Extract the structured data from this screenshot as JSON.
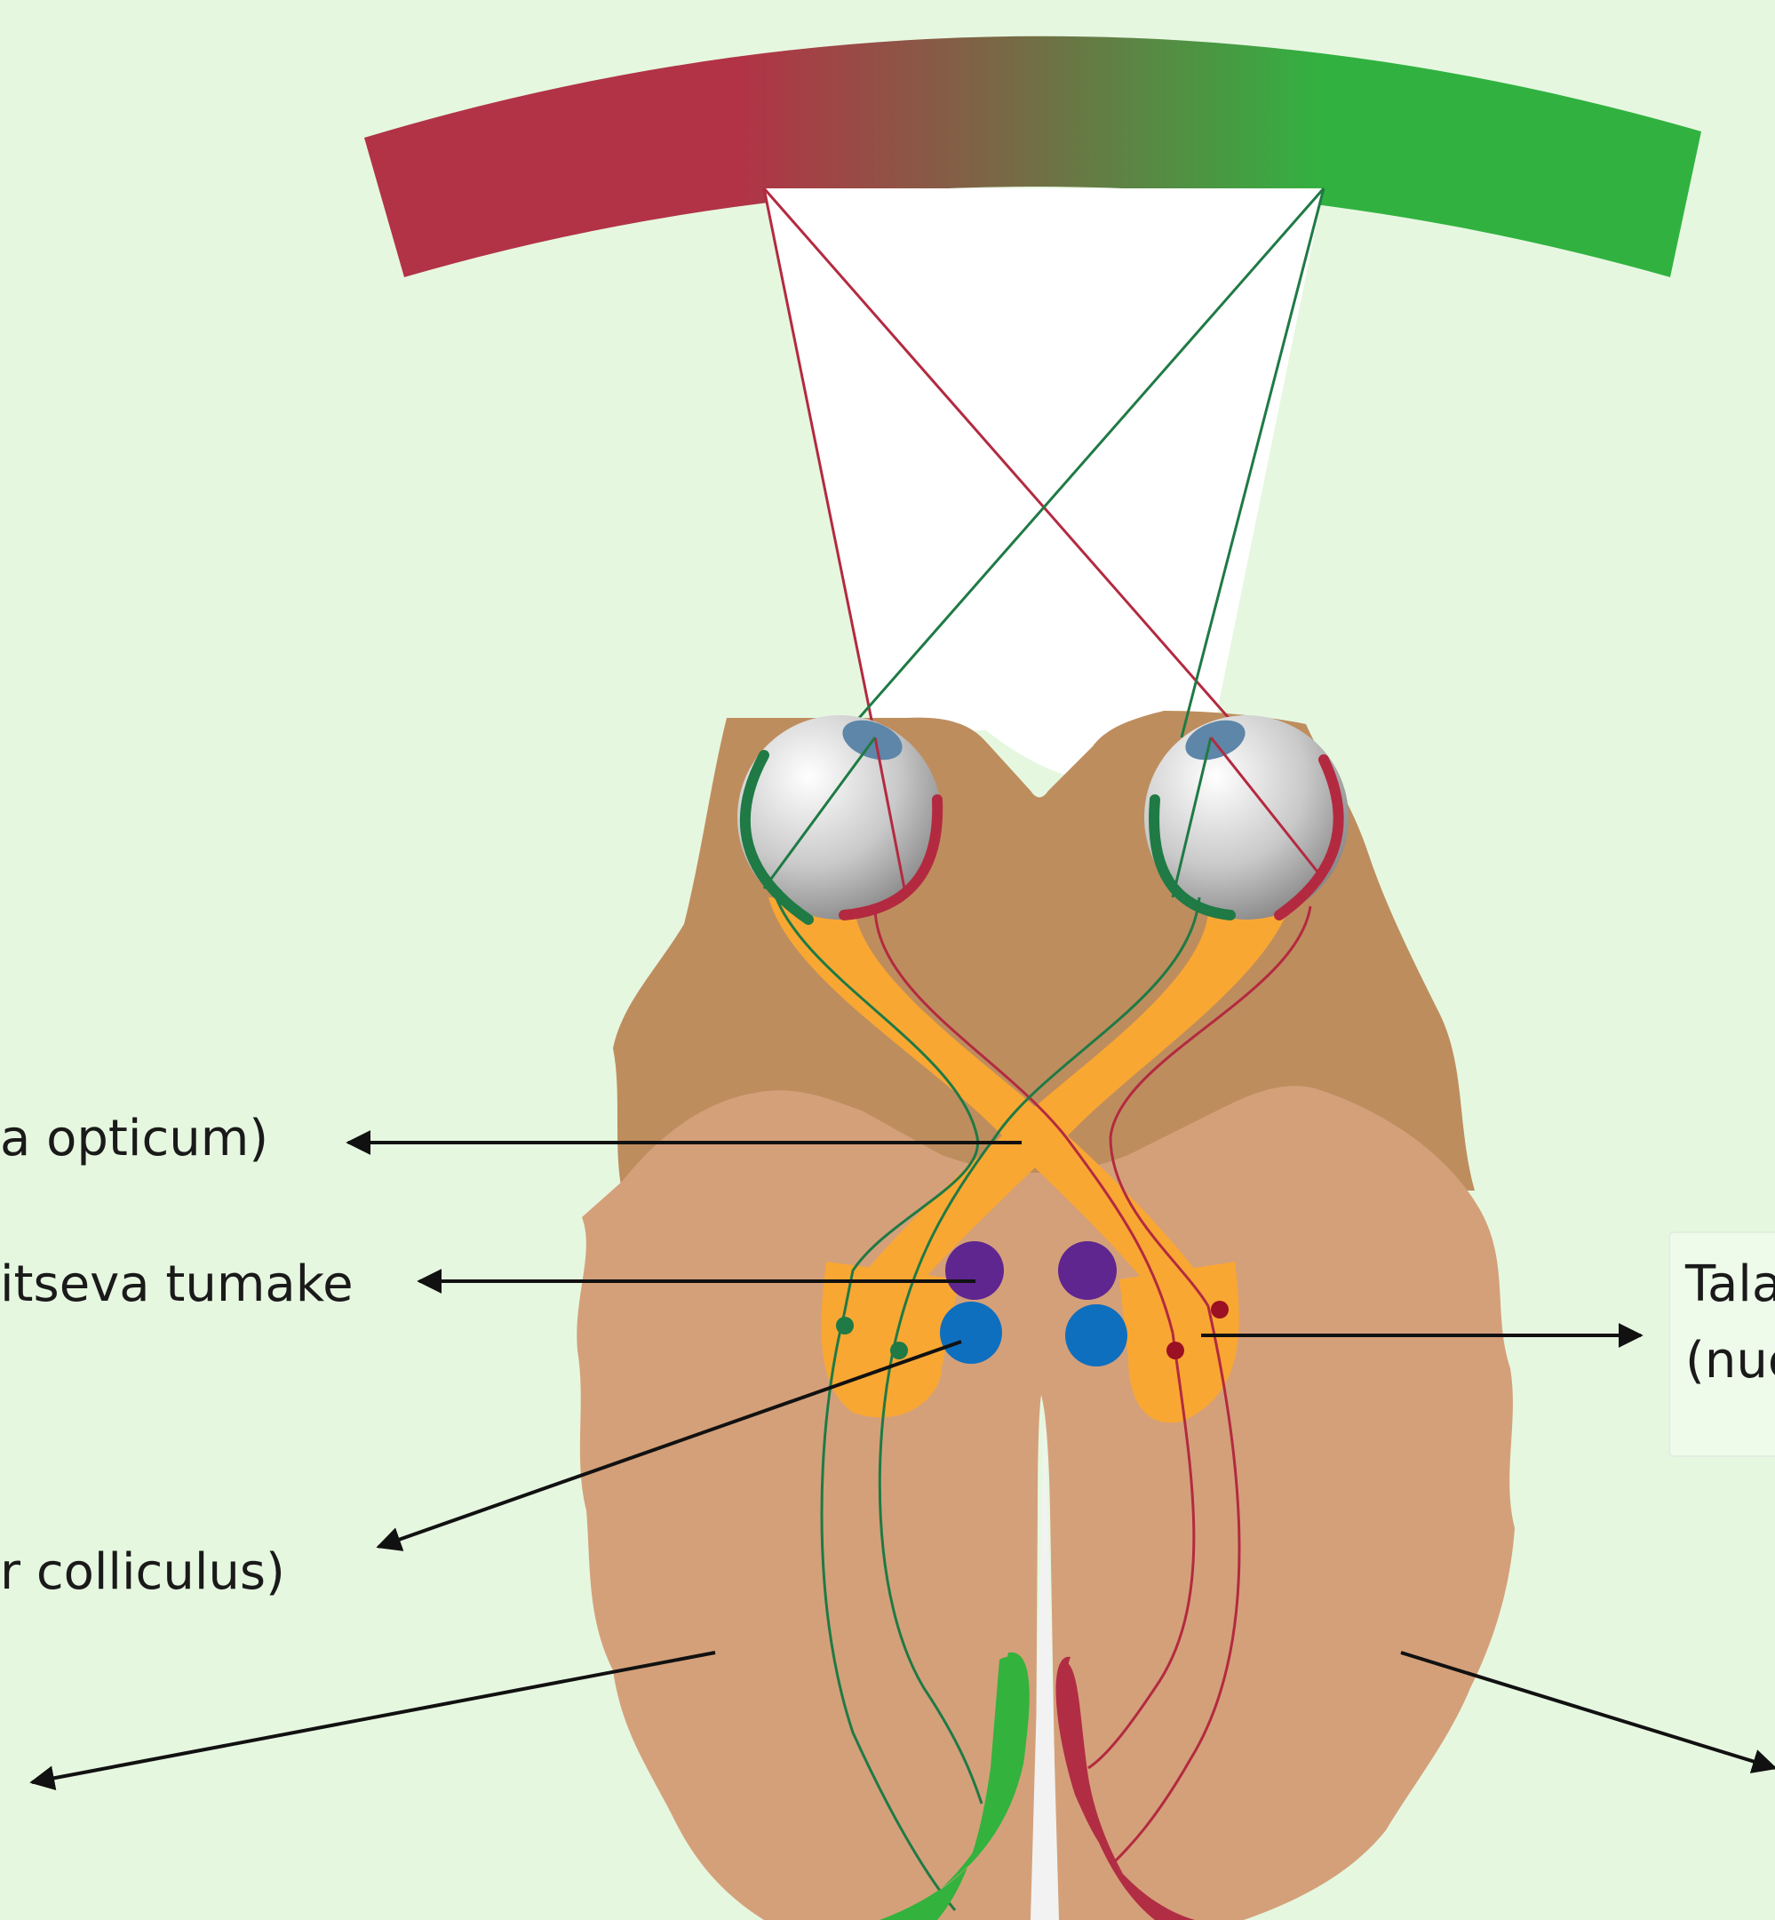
{
  "labels": {
    "optic_chiasm": "a opticum)",
    "nucleus_left": "itseva tumake",
    "colliculus": "r colliculus)",
    "thalamus_line1": "Tala",
    "thalamus_line2": "(nuc"
  },
  "colors": {
    "background": "#e6f7e0",
    "field_red": "#b23346",
    "field_green": "#31b240",
    "brain_outer": "#be8d5e",
    "brain_inner": "#d4a07a",
    "optic_tract": "#f9a733",
    "red_fiber": "#b32a40",
    "green_fiber": "#1f7a45",
    "purple_nucleus": "#5f2690",
    "blue_nucleus": "#0f6fbf",
    "cortex_green": "#33b23d",
    "cortex_red": "#b12d44"
  },
  "icons": [
    "eyeball-left-icon",
    "eyeball-right-icon",
    "arrow-icon"
  ]
}
